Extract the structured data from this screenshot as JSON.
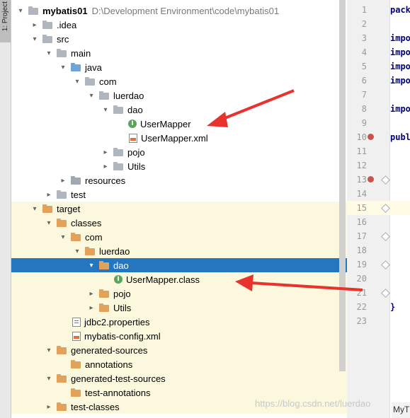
{
  "sidebar": {
    "project_tab": "1: Project"
  },
  "tree": [
    {
      "depth": 0,
      "arrow": "▾",
      "icon": "module-folder",
      "label": "mybatis01",
      "bold": true,
      "path": "D:\\Development Environment\\code\\mybatis01",
      "state": "normal"
    },
    {
      "depth": 1,
      "arrow": "▸",
      "icon": "folder",
      "label": ".idea",
      "state": "normal"
    },
    {
      "depth": 1,
      "arrow": "▾",
      "icon": "folder",
      "label": "src",
      "state": "normal"
    },
    {
      "depth": 2,
      "arrow": "▾",
      "icon": "folder",
      "label": "main",
      "state": "normal"
    },
    {
      "depth": 3,
      "arrow": "▾",
      "icon": "source-folder",
      "label": "java",
      "state": "normal"
    },
    {
      "depth": 4,
      "arrow": "▾",
      "icon": "package",
      "label": "com",
      "state": "normal"
    },
    {
      "depth": 5,
      "arrow": "▾",
      "icon": "package",
      "label": "luerdao",
      "state": "normal"
    },
    {
      "depth": 6,
      "arrow": "▾",
      "icon": "package",
      "label": "dao",
      "state": "normal"
    },
    {
      "depth": 7,
      "arrow": "",
      "icon": "interface",
      "label": "UserMapper",
      "state": "normal"
    },
    {
      "depth": 7,
      "arrow": "",
      "icon": "xml",
      "label": "UserMapper.xml",
      "state": "normal"
    },
    {
      "depth": 6,
      "arrow": "▸",
      "icon": "package",
      "label": "pojo",
      "state": "normal"
    },
    {
      "depth": 6,
      "arrow": "▸",
      "icon": "package",
      "label": "Utils",
      "state": "normal"
    },
    {
      "depth": 3,
      "arrow": "▸",
      "icon": "resource-folder",
      "label": "resources",
      "state": "normal"
    },
    {
      "depth": 2,
      "arrow": "▸",
      "icon": "folder",
      "label": "test",
      "state": "normal"
    },
    {
      "depth": 1,
      "arrow": "▾",
      "icon": "excluded-folder",
      "label": "target",
      "state": "excluded"
    },
    {
      "depth": 2,
      "arrow": "▾",
      "icon": "excluded-folder",
      "label": "classes",
      "state": "excluded"
    },
    {
      "depth": 3,
      "arrow": "▾",
      "icon": "excluded-folder",
      "label": "com",
      "state": "excluded"
    },
    {
      "depth": 4,
      "arrow": "▾",
      "icon": "excluded-folder",
      "label": "luerdao",
      "state": "excluded"
    },
    {
      "depth": 5,
      "arrow": "▾",
      "icon": "excluded-folder",
      "label": "dao",
      "state": "selected"
    },
    {
      "depth": 6,
      "arrow": "",
      "icon": "interface",
      "label": "UserMapper.class",
      "state": "excluded"
    },
    {
      "depth": 5,
      "arrow": "▸",
      "icon": "excluded-folder",
      "label": "pojo",
      "state": "excluded"
    },
    {
      "depth": 5,
      "arrow": "▸",
      "icon": "excluded-folder",
      "label": "Utils",
      "state": "excluded"
    },
    {
      "depth": 3,
      "arrow": "",
      "icon": "properties",
      "label": "jdbc2.properties",
      "state": "excluded"
    },
    {
      "depth": 3,
      "arrow": "",
      "icon": "xml",
      "label": "mybatis-config.xml",
      "state": "excluded"
    },
    {
      "depth": 2,
      "arrow": "▾",
      "icon": "excluded-folder",
      "label": "generated-sources",
      "state": "excluded"
    },
    {
      "depth": 3,
      "arrow": "",
      "icon": "excluded-folder",
      "label": "annotations",
      "state": "excluded"
    },
    {
      "depth": 2,
      "arrow": "▾",
      "icon": "excluded-folder",
      "label": "generated-test-sources",
      "state": "excluded"
    },
    {
      "depth": 3,
      "arrow": "",
      "icon": "excluded-folder",
      "label": "test-annotations",
      "state": "excluded"
    },
    {
      "depth": 2,
      "arrow": "▸",
      "icon": "excluded-folder",
      "label": "test-classes",
      "state": "excluded"
    }
  ],
  "editor": {
    "line_numbers": [
      "1",
      "2",
      "3",
      "4",
      "5",
      "6",
      "7",
      "8",
      "9",
      "10",
      "11",
      "12",
      "13",
      "14",
      "15",
      "16",
      "17",
      "18",
      "19",
      "20",
      "21",
      "22",
      "23"
    ],
    "code": {
      "1": "pack",
      "3": "impo",
      "4": "impo",
      "5": "impo",
      "6": "impo",
      "8": "impo",
      "10": "publ",
      "22": "}"
    }
  },
  "watermark": "https://blog.csdn.net/luerdao",
  "bottom_tab": "MyT",
  "colors": {
    "selection": "#2675bf",
    "excluded_bg": "#fbf8de",
    "annotation_arrow": "#e8322e"
  }
}
